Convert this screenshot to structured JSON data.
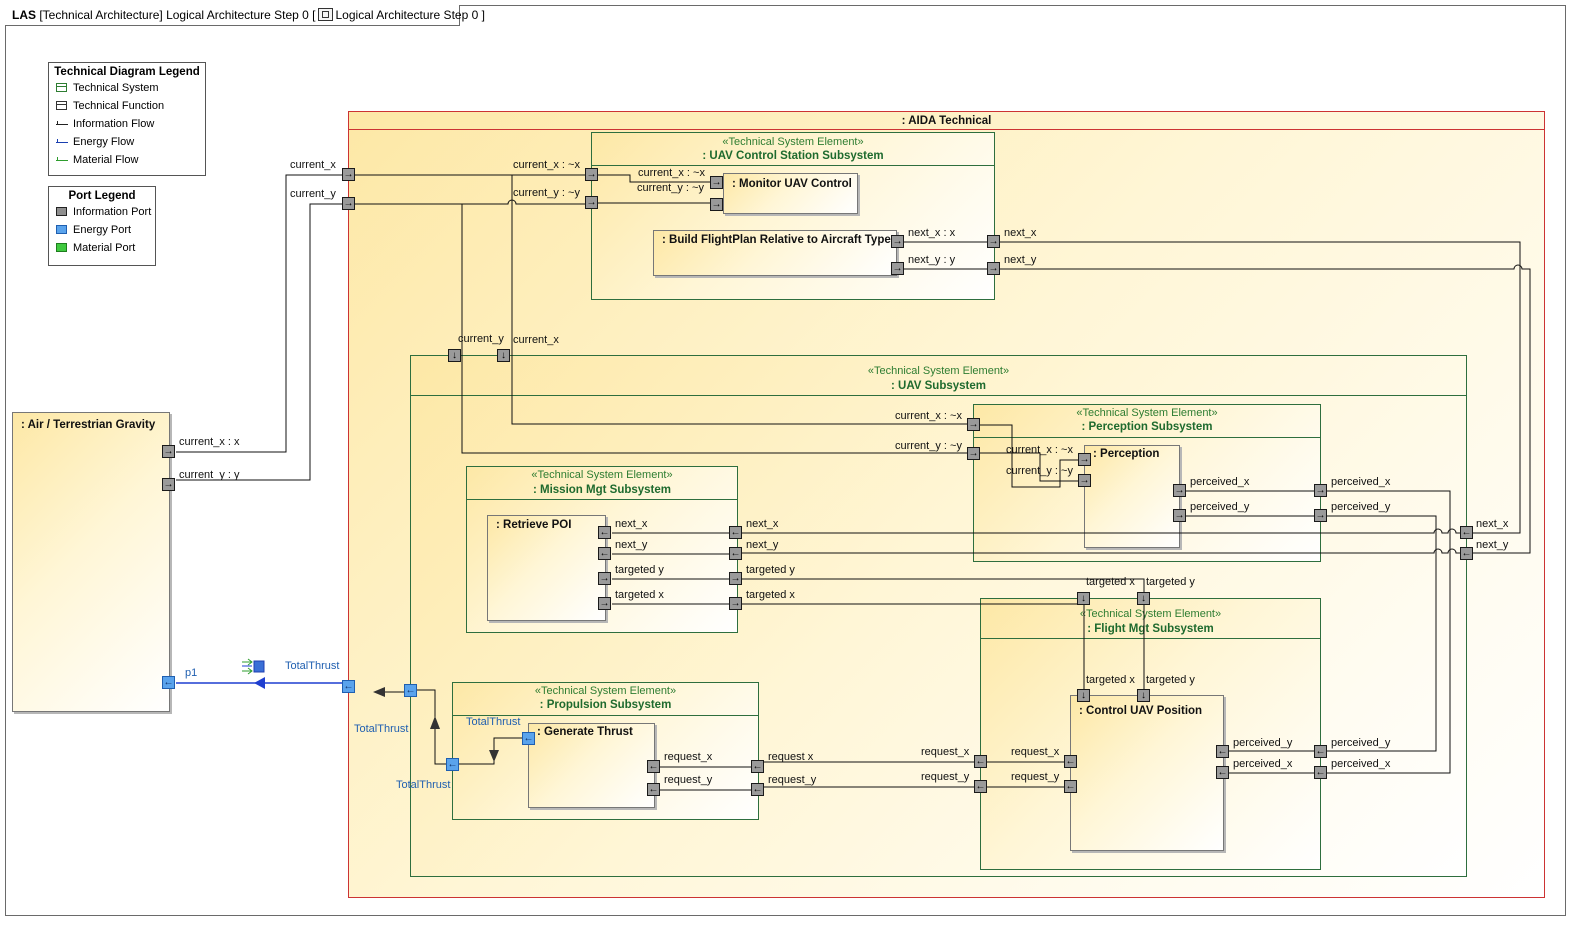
{
  "tab": {
    "prefix": "LAS",
    "text": "[Technical Architecture] Logical Architecture Step 0 [",
    "diagram_name": "Logical Architecture Step 0 ]"
  },
  "tech_legend": {
    "title": "Technical Diagram Legend",
    "items": [
      "Technical System",
      "Technical Function",
      "Information Flow",
      "Energy Flow",
      "Material Flow"
    ]
  },
  "port_legend": {
    "title": "Port Legend",
    "items": [
      "Information Port",
      "Energy Port",
      "Material Port"
    ]
  },
  "stereotype": "«Technical System Element»",
  "blocks": {
    "aida": ": AIDA Technical",
    "air": ": Air / Terrestrian Gravity",
    "ucs": ": UAV Control Station Subsystem",
    "monitor": ": Monitor UAV Control",
    "build": ": Build FlightPlan Relative to Aircraft Type",
    "uav": ": UAV Subsystem",
    "perc_sub": ": Perception Subsystem",
    "perception": ": Perception",
    "mission": ": Mission Mgt Subsystem",
    "retrieve": ": Retrieve POI",
    "propulsion": ": Propulsion Subsystem",
    "thrust": ": Generate Thrust",
    "flight": ": Flight Mgt Subsystem",
    "control": ": Control UAV Position"
  },
  "labels": {
    "air_cx": "current_x : x",
    "air_cy": "current_y : y",
    "p1": "p1",
    "cx": "current_x",
    "cy": "current_y",
    "ucs_cx": "current_x : ~x",
    "ucs_cy": "current_y : ~y",
    "mon_cx": "current_x : ~x",
    "mon_cy": "current_y : ~y",
    "next_x_x": "next_x : x",
    "next_y_y": "next_y : y",
    "next_x": "next_x",
    "next_y": "next_y",
    "uav_cy": "current_y",
    "uav_cx": "current_x",
    "perc_cx": "current_x : ~x",
    "perc_cy": "current_y : ~y",
    "pin_cx": "current_x : ~x",
    "pin_cy": "current_y : ~y",
    "perceived_x": "perceived_x",
    "perceived_y": "perceived_y",
    "targeted_y": "targeted y",
    "targeted_x": "targeted x",
    "request_x": "request_x",
    "request_y": "request_y",
    "request_x_sp": "request  x",
    "total_thrust": "TotalThrust"
  }
}
